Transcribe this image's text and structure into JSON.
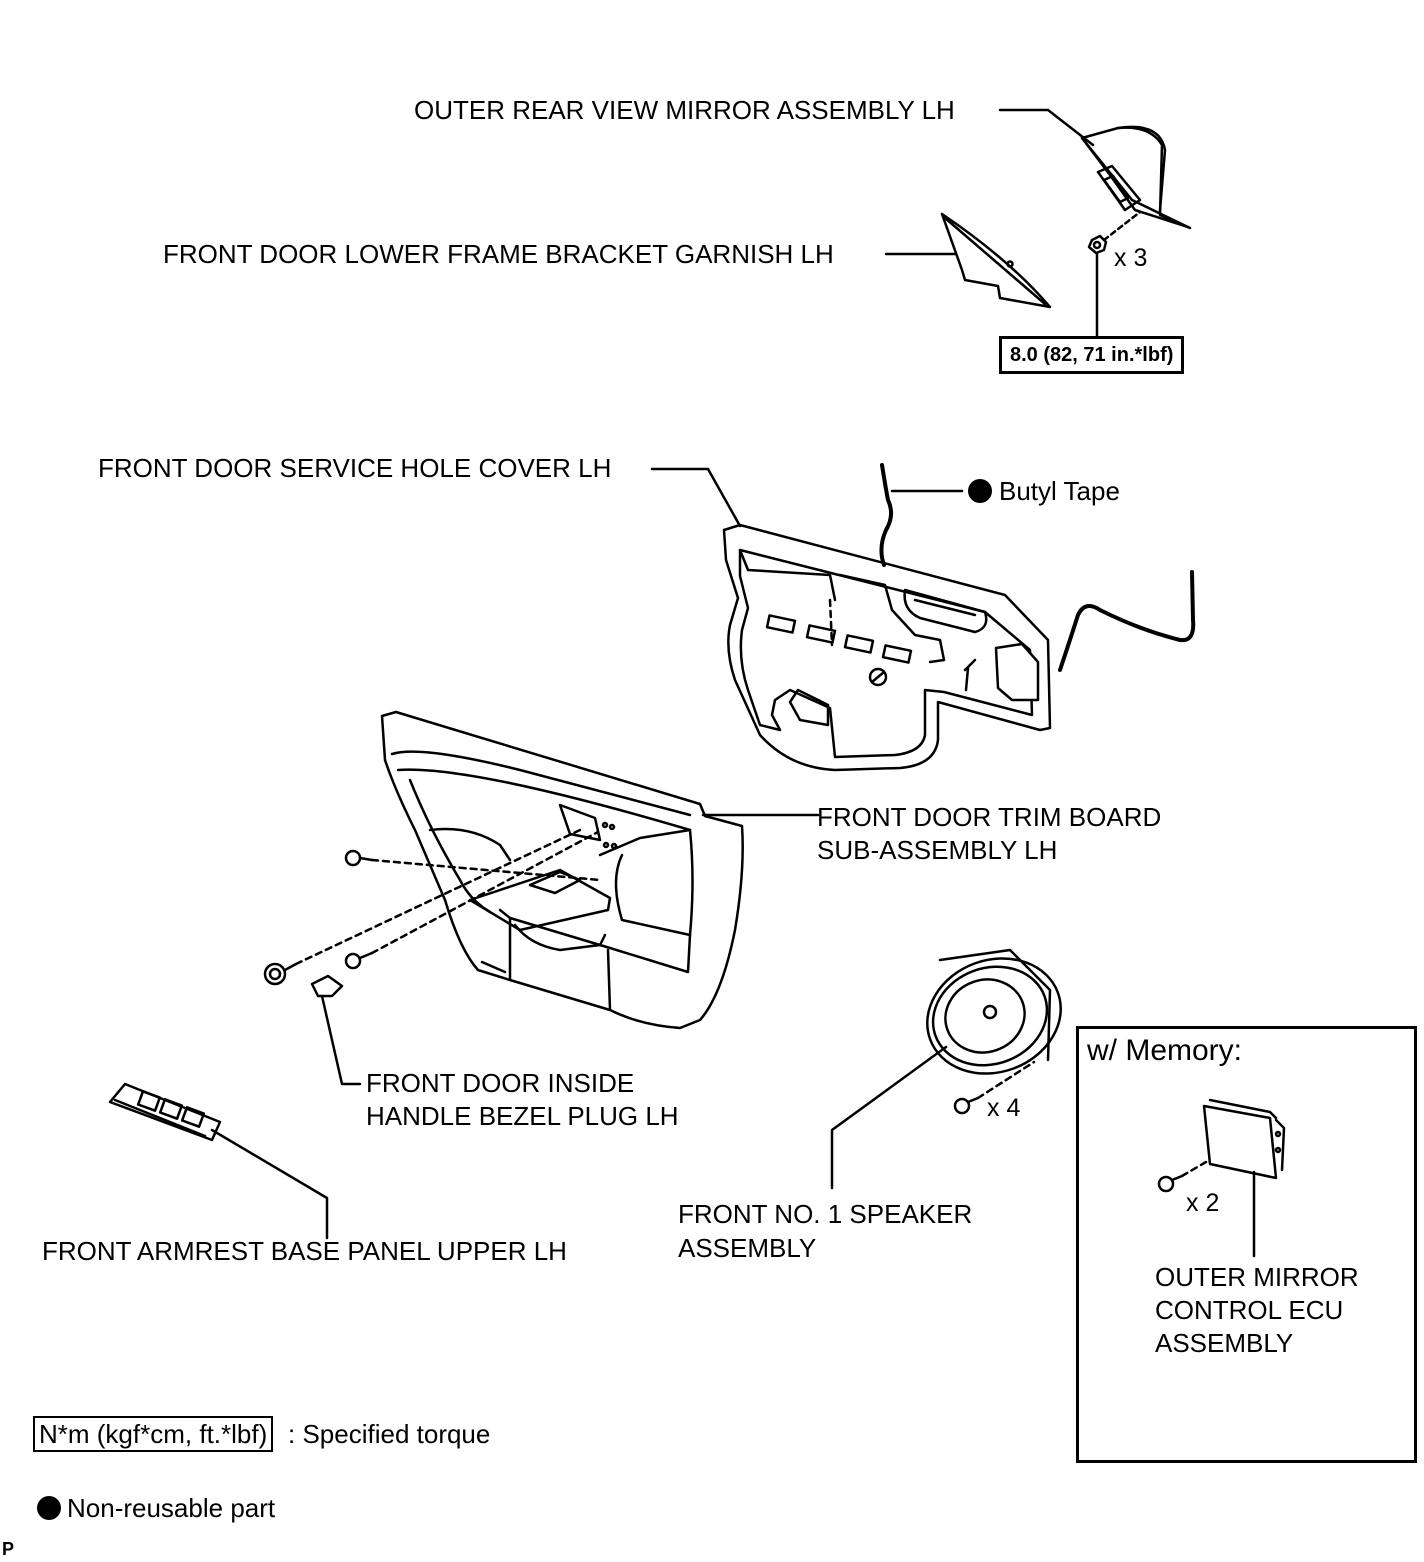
{
  "labels": {
    "outer_mirror": "OUTER REAR VIEW MIRROR ASSEMBLY LH",
    "lower_frame_garnish": "FRONT DOOR LOWER FRAME BRACKET GARNISH LH",
    "service_hole_cover": "FRONT DOOR SERVICE HOLE COVER LH",
    "butyl_tape": "Butyl Tape",
    "trim_board_line1": "FRONT DOOR TRIM BOARD",
    "trim_board_line2": "SUB-ASSEMBLY LH",
    "bezel_plug_line1": "FRONT DOOR INSIDE",
    "bezel_plug_line2": "HANDLE BEZEL PLUG LH",
    "armrest_panel": "FRONT ARMREST BASE PANEL UPPER LH",
    "speaker_line1": "FRONT NO. 1 SPEAKER",
    "speaker_line2": "ASSEMBLY",
    "ecu_line1": "OUTER MIRROR",
    "ecu_line2": "CONTROL ECU",
    "ecu_line3": "ASSEMBLY"
  },
  "quantities": {
    "mirror_nuts": "x 3",
    "speaker_screws": "x 4",
    "ecu_screws": "x 2"
  },
  "torque": {
    "mirror_nut": "8.0 (82, 71 in.*lbf)"
  },
  "memory_box": {
    "title": "w/ Memory:"
  },
  "legend": {
    "torque_units": "N*m (kgf*cm, ft.*lbf)",
    "torque_desc": ": Specified torque",
    "nonreusable_desc": "Non-reusable part"
  },
  "page_mark": "P",
  "colors": {
    "ink": "#000000",
    "background": "#ffffff"
  }
}
